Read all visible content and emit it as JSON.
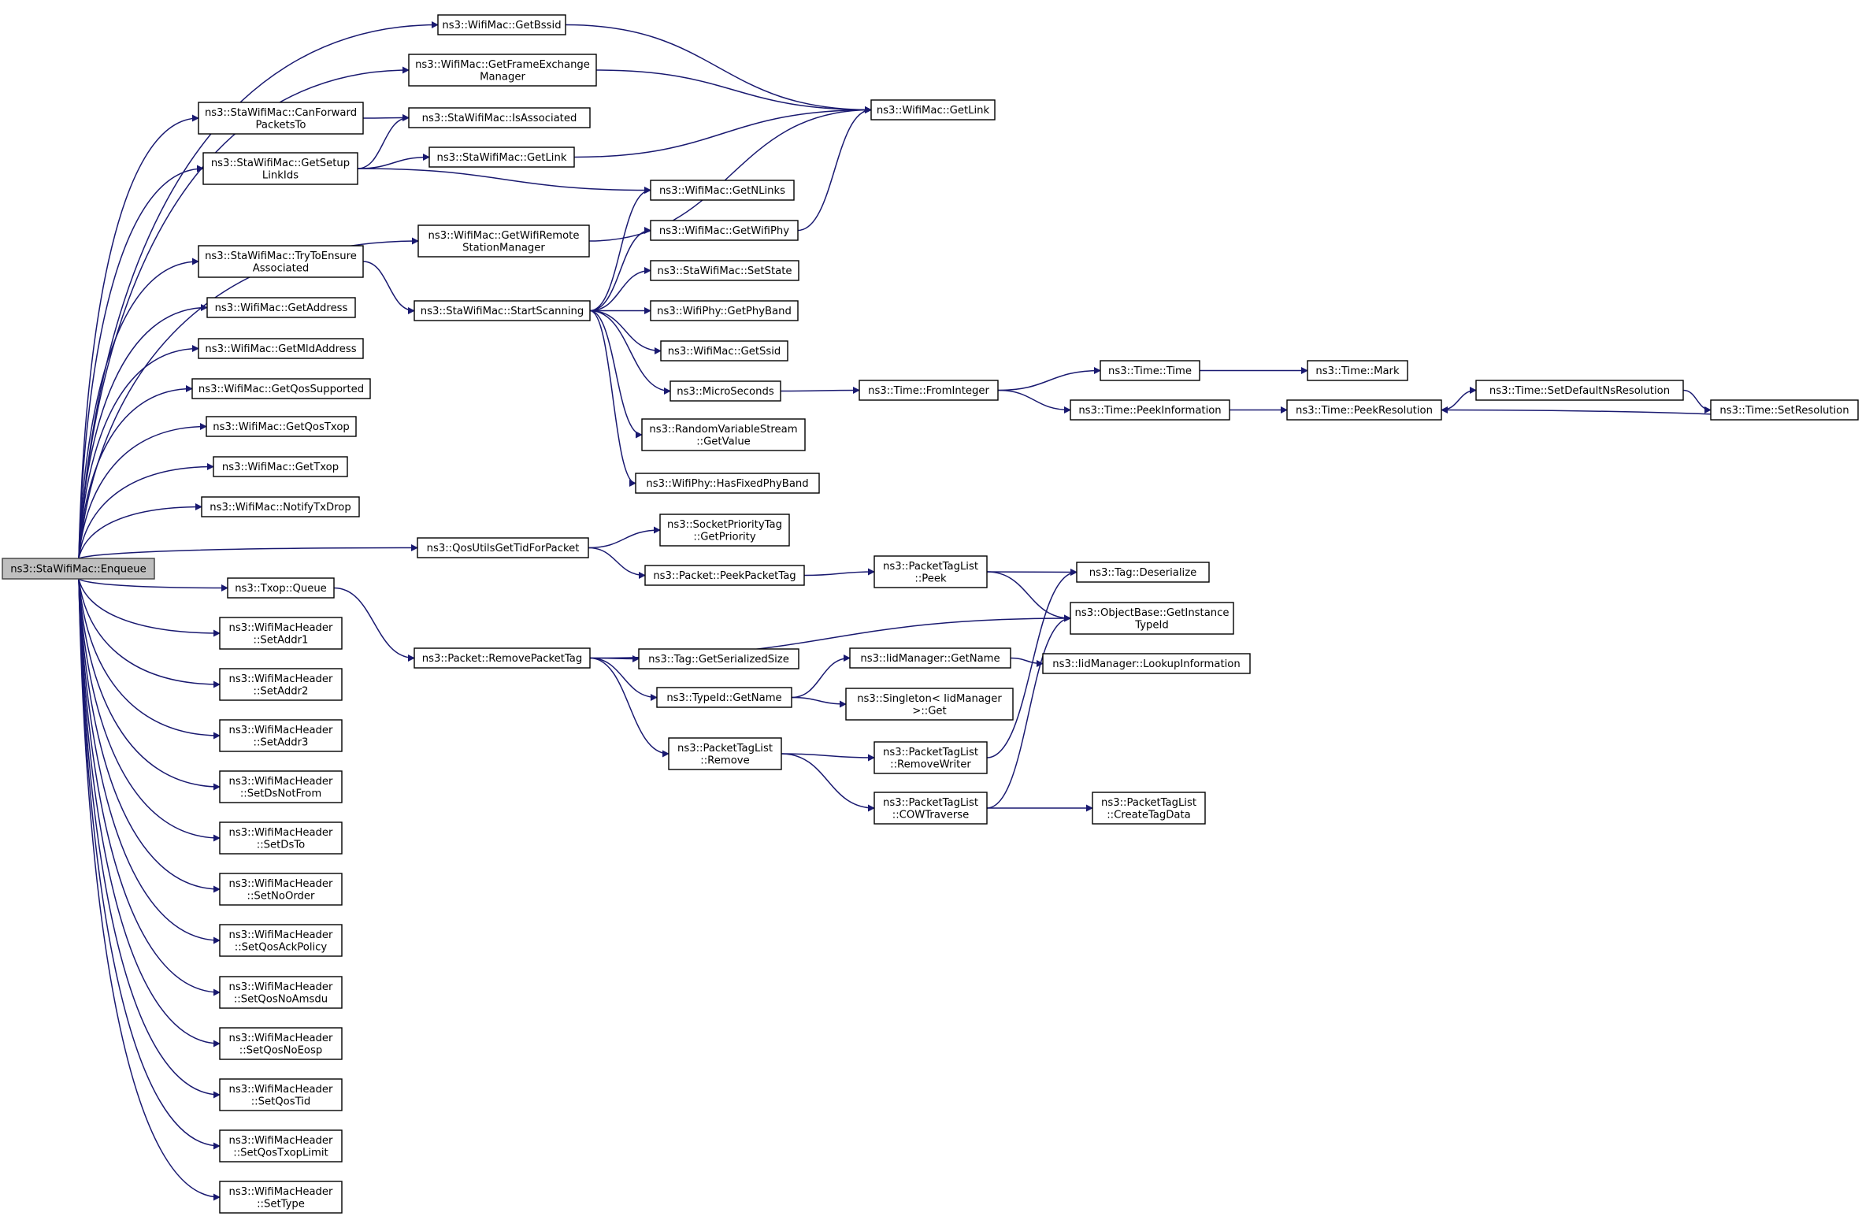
{
  "graph": {
    "background": "#ffffff",
    "edge_color": "#191970",
    "root_fill": "#bfbfbf",
    "nodes": [
      {
        "id": "enqueue",
        "lines": [
          "ns3::StaWifiMac::Enqueue"
        ],
        "root": true
      },
      {
        "id": "getbssid",
        "lines": [
          "ns3::WifiMac::GetBssid"
        ]
      },
      {
        "id": "getfem",
        "lines": [
          "ns3::WifiMac::GetFrameExchange",
          "Manager"
        ]
      },
      {
        "id": "canforward",
        "lines": [
          "ns3::StaWifiMac::CanForward",
          "PacketsTo"
        ]
      },
      {
        "id": "isassoc",
        "lines": [
          "ns3::StaWifiMac::IsAssociated"
        ]
      },
      {
        "id": "getlink",
        "lines": [
          "ns3::WifiMac::GetLink"
        ]
      },
      {
        "id": "getsetup",
        "lines": [
          "ns3::StaWifiMac::GetSetup",
          "LinkIds"
        ]
      },
      {
        "id": "stagetlink",
        "lines": [
          "ns3::StaWifiMac::GetLink"
        ]
      },
      {
        "id": "getnlinks",
        "lines": [
          "ns3::WifiMac::GetNLinks"
        ]
      },
      {
        "id": "getrsm",
        "lines": [
          "ns3::WifiMac::GetWifiRemote",
          "StationManager"
        ]
      },
      {
        "id": "getwifiphy",
        "lines": [
          "ns3::WifiMac::GetWifiPhy"
        ]
      },
      {
        "id": "trytoensure",
        "lines": [
          "ns3::StaWifiMac::TryToEnsure",
          "Associated"
        ]
      },
      {
        "id": "setstate",
        "lines": [
          "ns3::StaWifiMac::SetState"
        ]
      },
      {
        "id": "getaddress",
        "lines": [
          "ns3::WifiMac::GetAddress"
        ]
      },
      {
        "id": "startscanning",
        "lines": [
          "ns3::StaWifiMac::StartScanning"
        ]
      },
      {
        "id": "getphyband",
        "lines": [
          "ns3::WifiPhy::GetPhyBand"
        ]
      },
      {
        "id": "getmldaddress",
        "lines": [
          "ns3::WifiMac::GetMldAddress"
        ]
      },
      {
        "id": "getssid",
        "lines": [
          "ns3::WifiMac::GetSsid"
        ]
      },
      {
        "id": "timetime",
        "lines": [
          "ns3::Time::Time"
        ]
      },
      {
        "id": "timemark",
        "lines": [
          "ns3::Time::Mark"
        ]
      },
      {
        "id": "getqossupported",
        "lines": [
          "ns3::WifiMac::GetQosSupported"
        ]
      },
      {
        "id": "microseconds",
        "lines": [
          "ns3::MicroSeconds"
        ]
      },
      {
        "id": "frominteger",
        "lines": [
          "ns3::Time::FromInteger"
        ]
      },
      {
        "id": "setdefaultns",
        "lines": [
          "ns3::Time::SetDefaultNsResolution"
        ]
      },
      {
        "id": "peekinfo",
        "lines": [
          "ns3::Time::PeekInformation"
        ]
      },
      {
        "id": "peekres",
        "lines": [
          "ns3::Time::PeekResolution"
        ]
      },
      {
        "id": "setres",
        "lines": [
          "ns3::Time::SetResolution"
        ]
      },
      {
        "id": "getqostxop",
        "lines": [
          "ns3::WifiMac::GetQosTxop"
        ]
      },
      {
        "id": "rvsgetvalue",
        "lines": [
          "ns3::RandomVariableStream",
          "::GetValue"
        ]
      },
      {
        "id": "gettxop",
        "lines": [
          "ns3::WifiMac::GetTxop"
        ]
      },
      {
        "id": "hasfixed",
        "lines": [
          "ns3::WifiPhy::HasFixedPhyBand"
        ]
      },
      {
        "id": "notifytxdrop",
        "lines": [
          "ns3::WifiMac::NotifyTxDrop"
        ]
      },
      {
        "id": "socketprio",
        "lines": [
          "ns3::SocketPriorityTag",
          "::GetPriority"
        ]
      },
      {
        "id": "qosutils",
        "lines": [
          "ns3::QosUtilsGetTidForPacket"
        ]
      },
      {
        "id": "ptlpeek",
        "lines": [
          "ns3::PacketTagList",
          "::Peek"
        ]
      },
      {
        "id": "peekpackettag",
        "lines": [
          "ns3::Packet::PeekPacketTag"
        ]
      },
      {
        "id": "tagdeser",
        "lines": [
          "ns3::Tag::Deserialize"
        ]
      },
      {
        "id": "txopqueue",
        "lines": [
          "ns3::Txop::Queue"
        ]
      },
      {
        "id": "getinstancetypeid",
        "lines": [
          "ns3::ObjectBase::GetInstance",
          "TypeId"
        ]
      },
      {
        "id": "setaddr1",
        "lines": [
          "ns3::WifiMacHeader",
          "::SetAddr1"
        ]
      },
      {
        "id": "removepackettag",
        "lines": [
          "ns3::Packet::RemovePacketTag"
        ]
      },
      {
        "id": "taggetsersize",
        "lines": [
          "ns3::Tag::GetSerializedSize"
        ]
      },
      {
        "id": "iidgetname",
        "lines": [
          "ns3::IidManager::GetName"
        ]
      },
      {
        "id": "lookupinfo",
        "lines": [
          "ns3::IidManager::LookupInformation"
        ]
      },
      {
        "id": "setaddr2",
        "lines": [
          "ns3::WifiMacHeader",
          "::SetAddr2"
        ]
      },
      {
        "id": "typeidgetname",
        "lines": [
          "ns3::TypeId::GetName"
        ]
      },
      {
        "id": "singletonget",
        "lines": [
          "ns3::Singleton< IidManager",
          ">::Get"
        ]
      },
      {
        "id": "setaddr3",
        "lines": [
          "ns3::WifiMacHeader",
          "::SetAddr3"
        ]
      },
      {
        "id": "ptlremove",
        "lines": [
          "ns3::PacketTagList",
          "::Remove"
        ]
      },
      {
        "id": "removewriter",
        "lines": [
          "ns3::PacketTagList",
          "::RemoveWriter"
        ]
      },
      {
        "id": "setdsnotfrom",
        "lines": [
          "ns3::WifiMacHeader",
          "::SetDsNotFrom"
        ]
      },
      {
        "id": "cowtraverse",
        "lines": [
          "ns3::PacketTagList",
          "::COWTraverse"
        ]
      },
      {
        "id": "createtagdata",
        "lines": [
          "ns3::PacketTagList",
          "::CreateTagData"
        ]
      },
      {
        "id": "setdsto",
        "lines": [
          "ns3::WifiMacHeader",
          "::SetDsTo"
        ]
      },
      {
        "id": "setnoorder",
        "lines": [
          "ns3::WifiMacHeader",
          "::SetNoOrder"
        ]
      },
      {
        "id": "setqosackpolicy",
        "lines": [
          "ns3::WifiMacHeader",
          "::SetQosAckPolicy"
        ]
      },
      {
        "id": "setqosnoamsdu",
        "lines": [
          "ns3::WifiMacHeader",
          "::SetQosNoAmsdu"
        ]
      },
      {
        "id": "setqosnoeosp",
        "lines": [
          "ns3::WifiMacHeader",
          "::SetQosNoEosp"
        ]
      },
      {
        "id": "setqostid",
        "lines": [
          "ns3::WifiMacHeader",
          "::SetQosTid"
        ]
      },
      {
        "id": "setqostxoplimit",
        "lines": [
          "ns3::WifiMacHeader",
          "::SetQosTxopLimit"
        ]
      },
      {
        "id": "settype",
        "lines": [
          "ns3::WifiMacHeader",
          "::SetType"
        ]
      }
    ],
    "edges": [
      [
        "enqueue",
        "getbssid"
      ],
      [
        "enqueue",
        "getfem"
      ],
      [
        "enqueue",
        "canforward"
      ],
      [
        "enqueue",
        "getsetup"
      ],
      [
        "enqueue",
        "getrsm"
      ],
      [
        "enqueue",
        "trytoensure"
      ],
      [
        "enqueue",
        "getaddress"
      ],
      [
        "enqueue",
        "getmldaddress"
      ],
      [
        "enqueue",
        "getqossupported"
      ],
      [
        "enqueue",
        "getqostxop"
      ],
      [
        "enqueue",
        "gettxop"
      ],
      [
        "enqueue",
        "notifytxdrop"
      ],
      [
        "enqueue",
        "qosutils"
      ],
      [
        "enqueue",
        "txopqueue"
      ],
      [
        "enqueue",
        "setaddr1"
      ],
      [
        "enqueue",
        "setaddr2"
      ],
      [
        "enqueue",
        "setaddr3"
      ],
      [
        "enqueue",
        "setdsnotfrom"
      ],
      [
        "enqueue",
        "setdsto"
      ],
      [
        "enqueue",
        "setnoorder"
      ],
      [
        "enqueue",
        "setqosackpolicy"
      ],
      [
        "enqueue",
        "setqosnoamsdu"
      ],
      [
        "enqueue",
        "setqosnoeosp"
      ],
      [
        "enqueue",
        "setqostid"
      ],
      [
        "enqueue",
        "setqostxoplimit"
      ],
      [
        "enqueue",
        "settype"
      ],
      [
        "getbssid",
        "getlink"
      ],
      [
        "getfem",
        "getlink"
      ],
      [
        "canforward",
        "isassoc"
      ],
      [
        "getsetup",
        "isassoc"
      ],
      [
        "getsetup",
        "stagetlink"
      ],
      [
        "getsetup",
        "getnlinks"
      ],
      [
        "stagetlink",
        "getlink"
      ],
      [
        "getrsm",
        "getlink"
      ],
      [
        "getwifiphy",
        "getlink"
      ],
      [
        "trytoensure",
        "startscanning"
      ],
      [
        "startscanning",
        "getnlinks"
      ],
      [
        "startscanning",
        "getwifiphy"
      ],
      [
        "startscanning",
        "setstate"
      ],
      [
        "startscanning",
        "getphyband"
      ],
      [
        "startscanning",
        "getssid"
      ],
      [
        "startscanning",
        "microseconds"
      ],
      [
        "startscanning",
        "rvsgetvalue"
      ],
      [
        "startscanning",
        "hasfixed"
      ],
      [
        "microseconds",
        "frominteger"
      ],
      [
        "frominteger",
        "timetime"
      ],
      [
        "frominteger",
        "peekinfo"
      ],
      [
        "timetime",
        "timemark"
      ],
      [
        "peekinfo",
        "peekres"
      ],
      [
        "peekres",
        "setdefaultns"
      ],
      [
        "setdefaultns",
        "setres"
      ],
      [
        "setres",
        "peekres"
      ],
      [
        "qosutils",
        "socketprio"
      ],
      [
        "qosutils",
        "peekpackettag"
      ],
      [
        "peekpackettag",
        "ptlpeek"
      ],
      [
        "ptlpeek",
        "tagdeser"
      ],
      [
        "ptlpeek",
        "getinstancetypeid"
      ],
      [
        "txopqueue",
        "removepackettag"
      ],
      [
        "removepackettag",
        "getinstancetypeid"
      ],
      [
        "removepackettag",
        "taggetsersize"
      ],
      [
        "removepackettag",
        "typeidgetname"
      ],
      [
        "removepackettag",
        "ptlremove"
      ],
      [
        "typeidgetname",
        "iidgetname"
      ],
      [
        "typeidgetname",
        "singletonget"
      ],
      [
        "iidgetname",
        "lookupinfo"
      ],
      [
        "ptlremove",
        "removewriter"
      ],
      [
        "ptlremove",
        "cowtraverse"
      ],
      [
        "removewriter",
        "tagdeser"
      ],
      [
        "cowtraverse",
        "getinstancetypeid"
      ],
      [
        "cowtraverse",
        "createtagdata"
      ]
    ]
  }
}
